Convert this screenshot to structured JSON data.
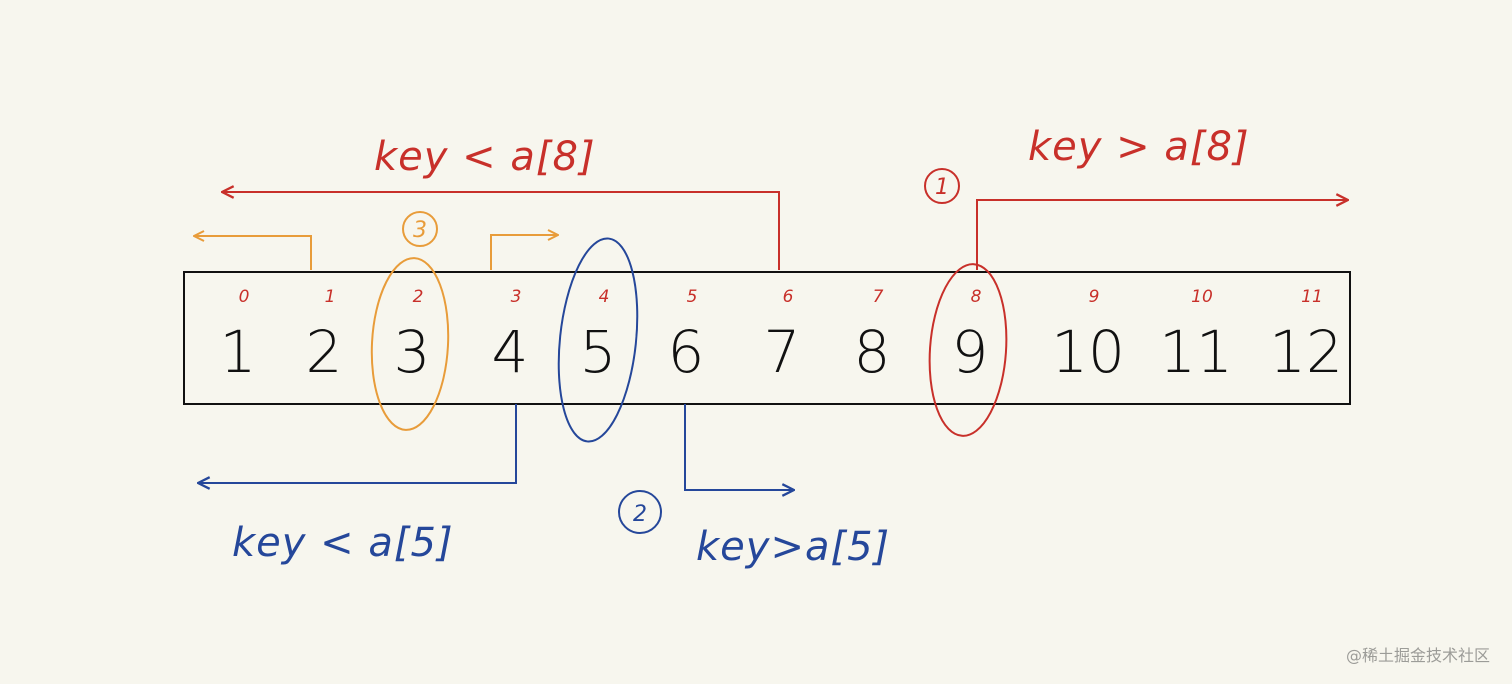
{
  "colors": {
    "background": "#f7f6ee",
    "red": "#c8302a",
    "blue": "#25479a",
    "orange": "#e89c3a",
    "ink": "#111111",
    "watermark": "#9c9c98"
  },
  "array": {
    "indices": [
      "0",
      "1",
      "2",
      "3",
      "4",
      "5",
      "6",
      "7",
      "8",
      "9",
      "10",
      "11"
    ],
    "values": [
      "1",
      "2",
      "3",
      "4",
      "5",
      "6",
      "7",
      "8",
      "9",
      "10",
      "11",
      "12"
    ]
  },
  "steps": {
    "step1": {
      "marker": "1",
      "left_label": "key < a[8]",
      "right_label": "key > a[8]"
    },
    "step2": {
      "marker": "2",
      "left_label": "key < a[5]",
      "right_label": "key>a[5]"
    },
    "step3": {
      "marker": "3"
    }
  },
  "watermark": "@稀土掘金技术社区"
}
